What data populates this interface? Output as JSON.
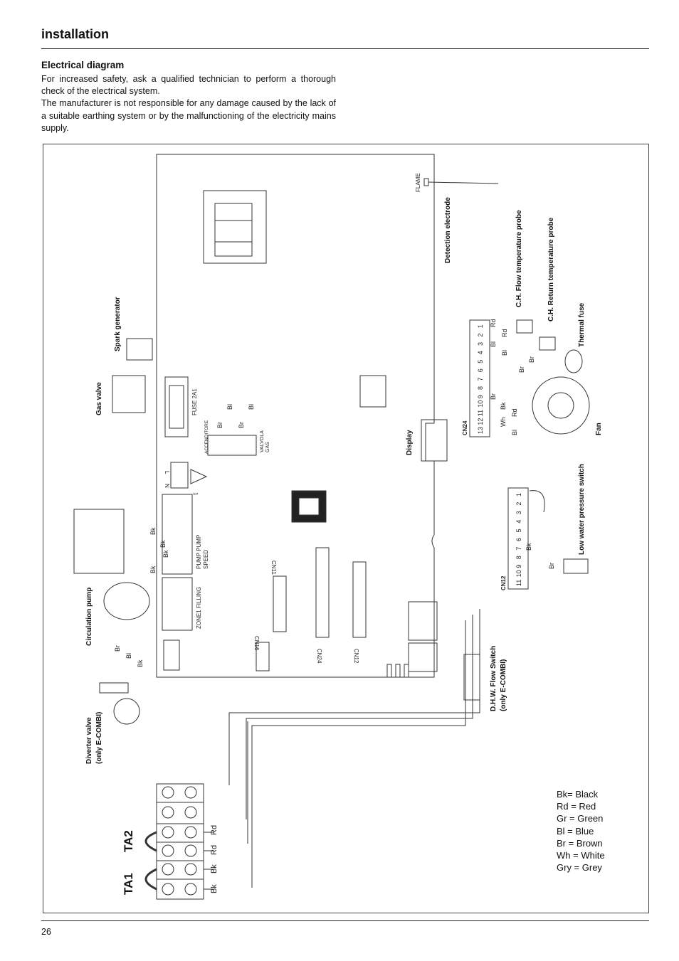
{
  "header": {
    "section": "installation"
  },
  "intro": {
    "title": "Electrical diagram",
    "p1": "For increased safety, ask a qualified technician to perform a thorough check of the electrical system.",
    "p2": "The manufacturer is not responsible for any damage caused by the lack of a suitable earthing system or by the malfunctioning of the electricity mains supply."
  },
  "diagram": {
    "components": {
      "flame": "FLAME",
      "detection_electrode": "Detection electrode",
      "flow_probe": "C.H. Flow temperature probe",
      "return_probe": "C.H. Return temperature probe",
      "thermal_fuse": "Thermal fuse",
      "fan": "Fan",
      "low_water_switch": "Low water pressure switch",
      "display": "Display",
      "spark_generator": "Spark generator",
      "gas_valve": "Gas valve",
      "circulation_pump": "Circulation pump",
      "diverter_valve_1": "Diverter valve",
      "diverter_valve_2": "(only E-COMBI)",
      "dhw_switch_1": "D.H.W. Flow Switch",
      "dhw_switch_2": "(only E-COMBI)"
    },
    "board": {
      "fuse": "FUSE 2A1",
      "accenditore": "ACCENDITORE",
      "valvola_1": "VALVOLA",
      "valvola_2": "GAS",
      "pump_speed_1": "PUMP  PUMP",
      "pump_speed_2": "SPEED",
      "zone": "ZONE1 FILLING",
      "l": "L",
      "n": "N",
      "one": "1",
      "cn11": "CN11",
      "cn16": "CN16",
      "cn24": "CN24",
      "cn12": "CN12"
    },
    "connectors": {
      "cn24_label": "CN24",
      "cn24_pins": [
        "13",
        "12",
        "11",
        "10",
        "9",
        "8",
        "7",
        "6",
        "5",
        "4",
        "3",
        "2",
        "1"
      ],
      "cn12_label": "CN12",
      "cn12_pins": [
        "11",
        "10",
        "9",
        "8",
        "7",
        "6",
        "5",
        "4",
        "3",
        "2",
        "1"
      ]
    },
    "wires": {
      "bk": "Bk",
      "rd": "Rd",
      "bl": "Bl",
      "br": "Br",
      "wh": "Wh"
    },
    "terminals": {
      "ta1": "TA1",
      "ta2": "TA2"
    }
  },
  "legend": [
    "Bk= Black",
    "Rd = Red",
    "Gr = Green",
    "Bl = Blue",
    "Br = Brown",
    "Wh = White",
    "Gry = Grey"
  ],
  "footer": {
    "page": "26"
  }
}
